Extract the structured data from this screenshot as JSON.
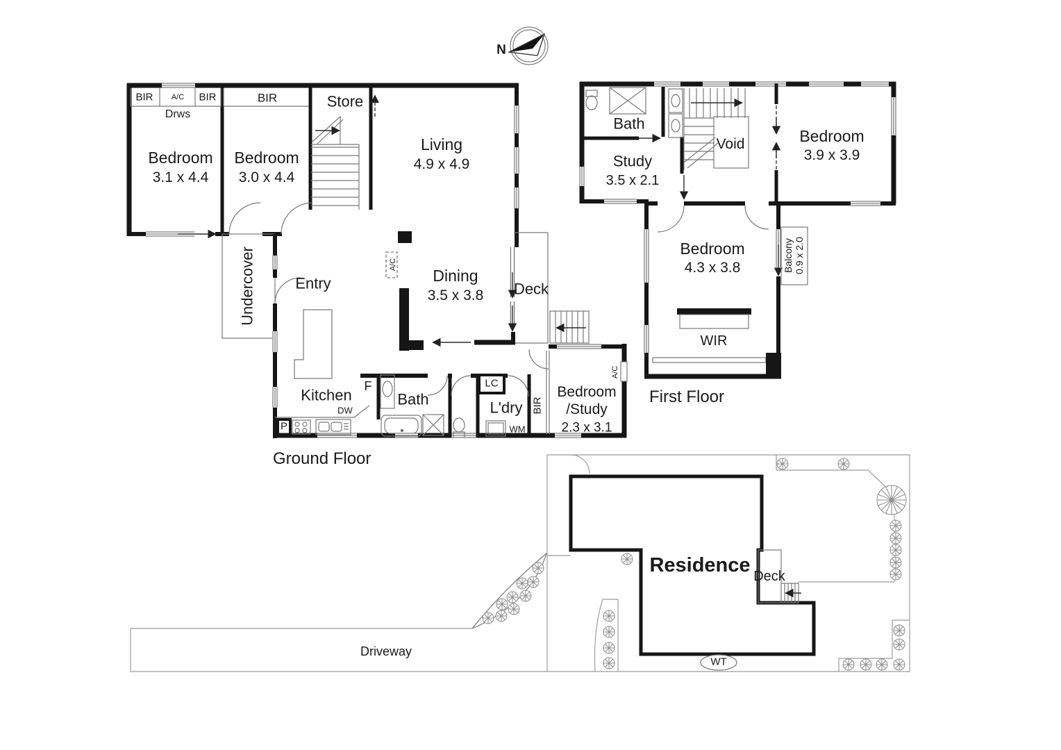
{
  "compass": {
    "north_label": "N"
  },
  "ground_floor": {
    "title": "Ground Floor",
    "bedroom1": {
      "name": "Bedroom",
      "dims": "3.1 x 4.4"
    },
    "bedroom2": {
      "name": "Bedroom",
      "dims": "3.0 x 4.4"
    },
    "store": {
      "name": "Store"
    },
    "living": {
      "name": "Living",
      "dims": "4.9 x 4.9"
    },
    "dining": {
      "name": "Dining",
      "dims": "3.5 x 3.8"
    },
    "deck": {
      "name": "Deck"
    },
    "undercover": {
      "name": "Undercover"
    },
    "entry": {
      "name": "Entry"
    },
    "kitchen": {
      "name": "Kitchen"
    },
    "bath": {
      "name": "Bath"
    },
    "laundry": {
      "name": "L'dry"
    },
    "bedroom_study": {
      "name_line1": "Bedroom",
      "name_line2": "/Study",
      "dims": "2.3 x 3.1"
    },
    "closet_bir_1": "BIR",
    "closet_bir_2": "BIR",
    "closet_bir_3": "BIR",
    "closet_bir_side": "BIR",
    "ac_unit": "A/C",
    "ac_unit_2": "A/C",
    "ac_unit_3": "A/C",
    "drawers": "Drws",
    "fridge": "F",
    "pantry": "P",
    "dishwasher": "DW",
    "washer": "WM",
    "linen": "LC"
  },
  "first_floor": {
    "title": "First Floor",
    "bath": {
      "name": "Bath"
    },
    "study": {
      "name": "Study",
      "dims": "3.5 x 2.1"
    },
    "void": {
      "name": "Void"
    },
    "bedroom1": {
      "name": "Bedroom",
      "dims": "3.9 x 3.9"
    },
    "bedroom2": {
      "name": "Bedroom",
      "dims": "4.3 x 3.8"
    },
    "balcony": {
      "name": "Balcony",
      "dims": "0.9 x 2.0"
    },
    "wir": "WIR"
  },
  "site_plan": {
    "residence": "Residence",
    "deck": "Deck",
    "driveway": "Driveway",
    "water_tank": "WT"
  }
}
